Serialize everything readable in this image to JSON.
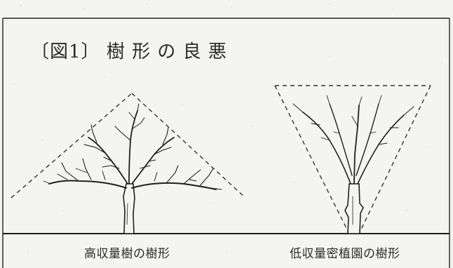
{
  "figure": {
    "title": "〔図1〕 樹 形 の 良 悪",
    "left_caption": "高収量樹の樹形",
    "right_caption": "低収量密植園の樹形"
  }
}
